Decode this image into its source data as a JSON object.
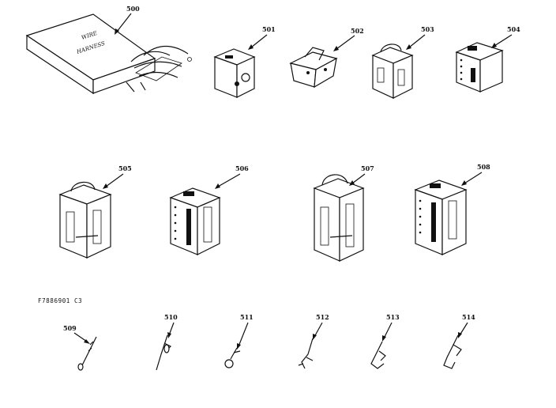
{
  "diagram": {
    "doc_code": "F7886901 C3",
    "wire_harness_box_text": [
      "WIRE",
      "HARNESS"
    ],
    "parts": [
      {
        "id": "p500",
        "label": "500",
        "kind": "wire-harness-box"
      },
      {
        "id": "p501",
        "label": "501",
        "kind": "connector-housing"
      },
      {
        "id": "p502",
        "label": "502",
        "kind": "connector-housing"
      },
      {
        "id": "p503",
        "label": "503",
        "kind": "connector-housing"
      },
      {
        "id": "p504",
        "label": "504",
        "kind": "connector-housing"
      },
      {
        "id": "p505",
        "label": "505",
        "kind": "connector-housing"
      },
      {
        "id": "p506",
        "label": "506",
        "kind": "connector-housing"
      },
      {
        "id": "p507",
        "label": "507",
        "kind": "connector-housing"
      },
      {
        "id": "p508",
        "label": "508",
        "kind": "connector-housing"
      },
      {
        "id": "p509",
        "label": "509",
        "kind": "terminal"
      },
      {
        "id": "p510",
        "label": "510",
        "kind": "terminal"
      },
      {
        "id": "p511",
        "label": "511",
        "kind": "terminal"
      },
      {
        "id": "p512",
        "label": "512",
        "kind": "terminal"
      },
      {
        "id": "p513",
        "label": "513",
        "kind": "terminal"
      },
      {
        "id": "p514",
        "label": "514",
        "kind": "terminal"
      }
    ]
  }
}
